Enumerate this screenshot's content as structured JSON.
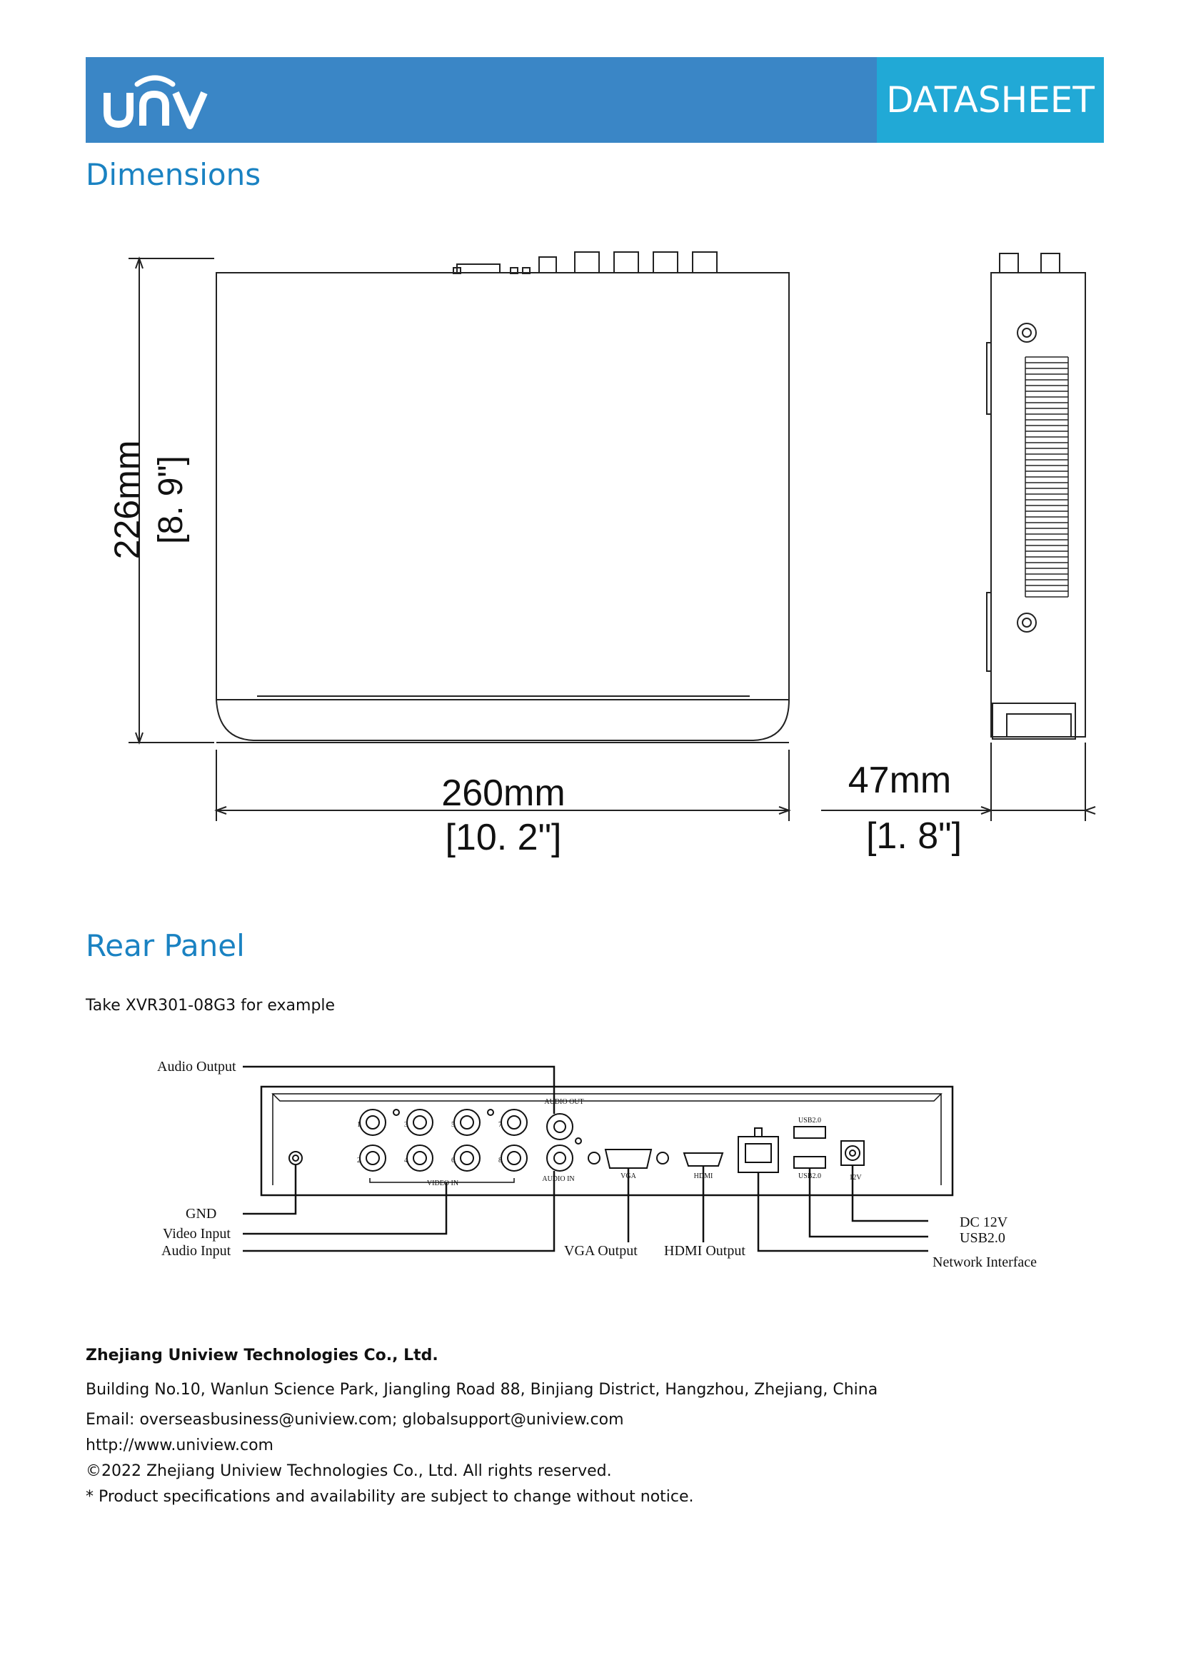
{
  "header": {
    "logo_text": "unv",
    "label": "DATASHEET"
  },
  "dimensions": {
    "title": "Dimensions",
    "height_mm": "226mm",
    "height_in": "[8. 9\"]",
    "width_mm": "260mm",
    "width_in": "[10. 2\"]",
    "depth_mm": "47mm",
    "depth_in": "[1. 8\"]"
  },
  "rear_panel": {
    "title": "Rear Panel",
    "note": "Take XVR301-08G3 for example",
    "callouts": {
      "audio_output": "Audio Output",
      "gnd": "GND",
      "video_input": "Video Input",
      "audio_input": "Audio Input",
      "vga_output": "VGA Output",
      "hdmi_output": "HDMI Output",
      "dc12v": "DC 12V",
      "usb": "USB2.0",
      "network": "Network Interface"
    },
    "panel_labels": {
      "audio_out": "AUDIO OUT",
      "audio_in": "AUDIO IN",
      "video_in": "VIDEO IN",
      "vga": "VGA",
      "hdmi": "HDMI",
      "usb_top": "USB2.0",
      "usb_bottom": "USB2.0",
      "power": "12V",
      "ch1": "1",
      "ch2": "2",
      "ch3": "3",
      "ch4": "4",
      "ch5": "5",
      "ch6": "6",
      "ch7": "7",
      "ch8": "8"
    }
  },
  "footer": {
    "company": "Zhejiang Uniview Technologies Co., Ltd.",
    "address": "Building No.10, Wanlun Science Park, Jiangling Road 88, Binjiang District, Hangzhou, Zhejiang, China",
    "email": "Email: overseasbusiness@uniview.com; globalsupport@uniview.com",
    "website": "http://www.uniview.com",
    "copyright": "©2022 Zhejiang Uniview Technologies Co., Ltd. All rights reserved.",
    "disclaimer": "*  Product specifications and availability are subject to change without notice."
  }
}
